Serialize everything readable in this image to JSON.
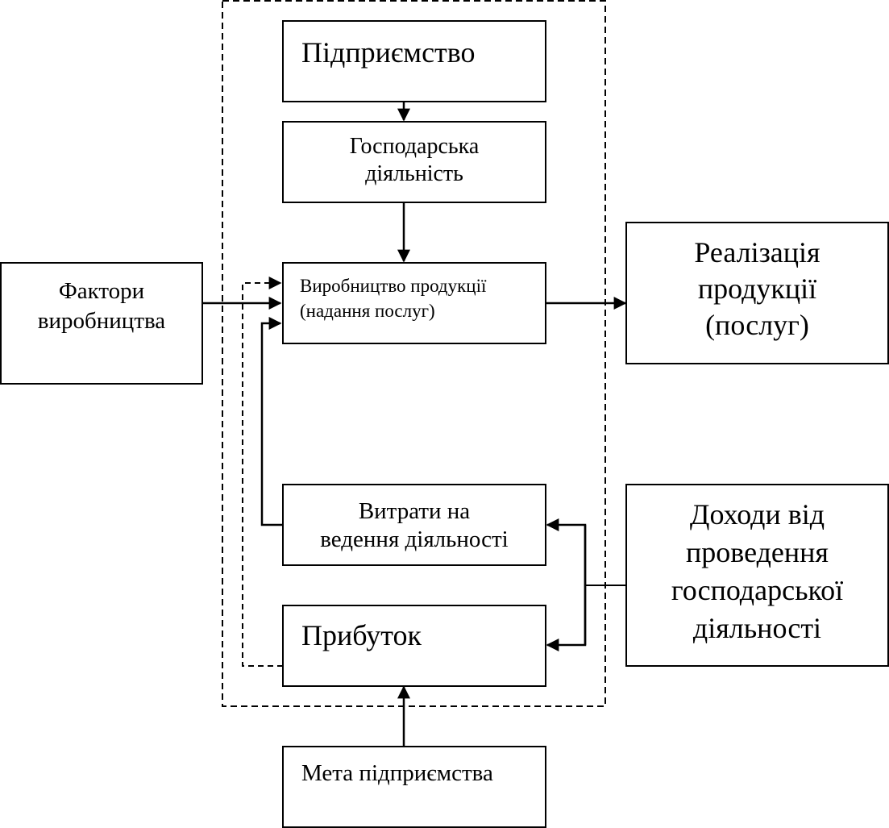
{
  "diagram": {
    "nodes": {
      "enterprise": {
        "lines": [
          "Підприємство"
        ]
      },
      "economic_activity": {
        "lines": [
          "Господарська",
          "діяльність"
        ]
      },
      "production": {
        "lines": [
          "Виробництво продукції",
          "(надання послуг)"
        ]
      },
      "production_factors": {
        "lines": [
          "Фактори",
          "виробництва"
        ]
      },
      "sales": {
        "lines": [
          "Реалізація",
          "продукції",
          "(послуг)"
        ]
      },
      "activity_costs": {
        "lines": [
          "Витрати на",
          "ведення діяльності"
        ]
      },
      "profit": {
        "lines": [
          "Прибуток"
        ]
      },
      "income": {
        "lines": [
          "Доходи від",
          "проведення",
          "господарської",
          "діяльності"
        ]
      },
      "enterprise_goal": {
        "lines": [
          "Мета підприємства"
        ]
      }
    },
    "colors": {
      "stroke": "#000000",
      "background": "#ffffff"
    }
  }
}
